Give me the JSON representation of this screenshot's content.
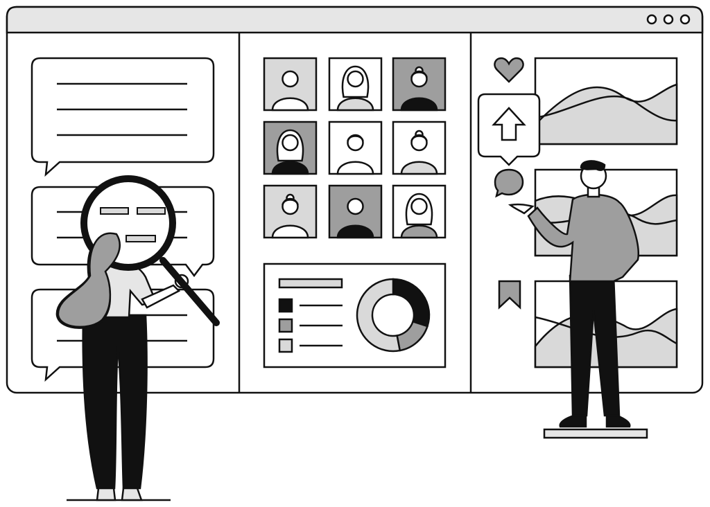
{
  "window": {
    "controls": [
      "window-dot-icon",
      "window-dot-icon",
      "window-dot-icon"
    ]
  },
  "left_panel": {
    "bubbles": [
      {
        "lines": 3
      },
      {
        "lines": 2
      },
      {
        "lines": 2
      }
    ]
  },
  "center_panel": {
    "avatars": [
      {
        "bg": "#d9d9d9",
        "body": "#ffffff",
        "hair": "none"
      },
      {
        "bg": "#ffffff",
        "body": "#d9d9d9",
        "hair": "long"
      },
      {
        "bg": "#9e9e9e",
        "body": "#111111",
        "hair": "bun"
      },
      {
        "bg": "#9e9e9e",
        "body": "#111111",
        "hair": "long"
      },
      {
        "bg": "#ffffff",
        "body": "#ffffff",
        "hair": "short"
      },
      {
        "bg": "#ffffff",
        "body": "#d9d9d9",
        "hair": "bun"
      },
      {
        "bg": "#d9d9d9",
        "body": "#ffffff",
        "hair": "bun"
      },
      {
        "bg": "#9e9e9e",
        "body": "#111111",
        "hair": "none"
      },
      {
        "bg": "#ffffff",
        "body": "#9e9e9e",
        "hair": "long"
      }
    ],
    "legend_swatches": [
      "#111111",
      "#9e9e9e",
      "#d9d9d9"
    ],
    "donut": {
      "segments": [
        {
          "fraction": 0.3,
          "color": "#111111"
        },
        {
          "fraction": 0.17,
          "color": "#9e9e9e"
        },
        {
          "fraction": 0.53,
          "color": "#d9d9d9"
        }
      ]
    }
  },
  "right_panel": {
    "icons": [
      "heart-icon",
      "arrow-up-icon",
      "speech-bubble-icon",
      "bookmark-icon"
    ]
  },
  "colors": {
    "outline": "#111111",
    "light_gray": "#d9d9d9",
    "mid_gray": "#9e9e9e",
    "window_bar": "#e6e6e6",
    "background": "#ffffff"
  }
}
